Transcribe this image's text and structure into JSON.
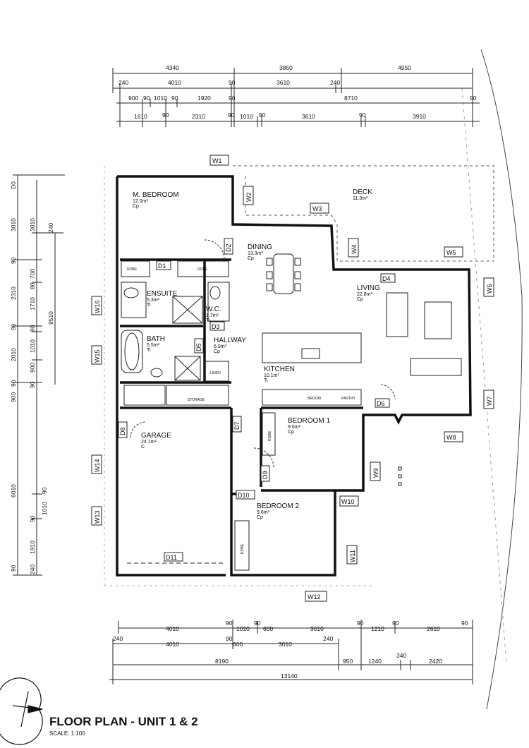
{
  "title": "FLOOR PLAN - UNIT 1 & 2",
  "scale": "SCALE: 1:100",
  "rooms": {
    "m_bedroom": {
      "name": "M. BEDROOM",
      "area": "12.0m²",
      "finish": "Cp"
    },
    "deck": {
      "name": "DECK",
      "area": "11.3m²"
    },
    "dining": {
      "name": "DINING",
      "area": "13.3m²",
      "finish": "Cp"
    },
    "living": {
      "name": "LIVING",
      "area": "22.8m²",
      "finish": "Cp"
    },
    "ensuite": {
      "name": "ENSUITE",
      "area": "5.3m²",
      "finish": "Ti"
    },
    "wc": {
      "name": "W.C.",
      "area": "1.7m²",
      "finish": "Ti"
    },
    "bath": {
      "name": "BATH",
      "area": "5.5m²",
      "finish": "Ti"
    },
    "hallway": {
      "name": "HALLWAY",
      "area": "6.9m²",
      "finish": "Cp"
    },
    "kitchen": {
      "name": "KITCHEN",
      "area": "10.1m²",
      "finish": "Ti"
    },
    "garage": {
      "name": "GARAGE",
      "area": "24.1m²",
      "finish": "C"
    },
    "bedroom1": {
      "name": "BEDROOM 1",
      "area": "9.6m²",
      "finish": "Cp"
    },
    "bedroom2": {
      "name": "BEDROOM 2",
      "area": "9.6m²",
      "finish": "Cp"
    }
  },
  "fixtures": {
    "robe1": "ROBE",
    "robe2": "ROBE",
    "robe3": "ROBE",
    "robe4": "ROBE",
    "linen": "LINEN",
    "storage": "STORAGE",
    "broom": "BROOM",
    "pantry": "PANTRY"
  },
  "windows": {
    "w1": "W1",
    "w2": "W2",
    "w3": "W3",
    "w4": "W4",
    "w5": "W5",
    "w6": "W6",
    "w7": "W7",
    "w8": "W8",
    "w9": "W9",
    "w10": "W10",
    "w11": "W11",
    "w12": "W12",
    "w13": "W13",
    "w14": "W14",
    "w15": "W15",
    "w16": "W16"
  },
  "doors": {
    "d1": "D1",
    "d2": "D2",
    "d3": "D3",
    "d4": "D4",
    "d5": "D5",
    "d6": "D6",
    "d7": "D7",
    "d8": "D8",
    "d9": "D9",
    "d10": "D10",
    "d11": "D11"
  },
  "dims_top": {
    "r1": [
      "4340",
      "3850",
      "4950"
    ],
    "r2": [
      "240",
      "4010",
      "90",
      "3610",
      "240"
    ],
    "r3": [
      "900",
      "90",
      "1010",
      "90",
      "1920",
      "90",
      "8710",
      "90"
    ],
    "r4": [
      "1610",
      "90",
      "2310",
      "90",
      "1010",
      "90",
      "3610",
      "90",
      "3910"
    ]
  },
  "dims_left": {
    "c1": [
      "D0",
      "3010",
      "90",
      "2310",
      "90",
      "2010",
      "90",
      "900",
      "6010",
      "90"
    ],
    "c2": [
      "3010",
      "240",
      "700",
      "80",
      "1710",
      "90",
      "1010",
      "900",
      "90",
      "90",
      "1010",
      "90",
      "1910",
      "240"
    ],
    "c3": [
      "9510"
    ]
  },
  "dims_bottom": {
    "r1": [
      "4010",
      "90",
      "1010",
      "90",
      "600",
      "3010",
      "90",
      "1210",
      "90",
      "2610",
      "90"
    ],
    "r2": [
      "240",
      "4010",
      "90",
      "600",
      "3010",
      "240"
    ],
    "r3": [
      "8190",
      "950",
      "1240",
      "340",
      "2420"
    ],
    "r4": [
      "13140"
    ]
  }
}
